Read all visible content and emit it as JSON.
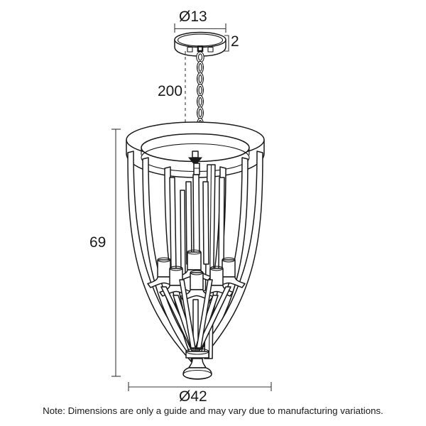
{
  "drawing": {
    "subject": "pendant-light-lantern",
    "line_color": "#1a1a1a",
    "background_color": "#ffffff",
    "fill_color": "#ffffff"
  },
  "dimensions": {
    "canopy_diameter": "Ø13",
    "canopy_height": "2",
    "chain_drop": "200",
    "body_height": "69",
    "body_diameter": "Ø42"
  },
  "note": {
    "text": "Note: Dimensions are only a guide and may vary due to manufacturing variations."
  }
}
